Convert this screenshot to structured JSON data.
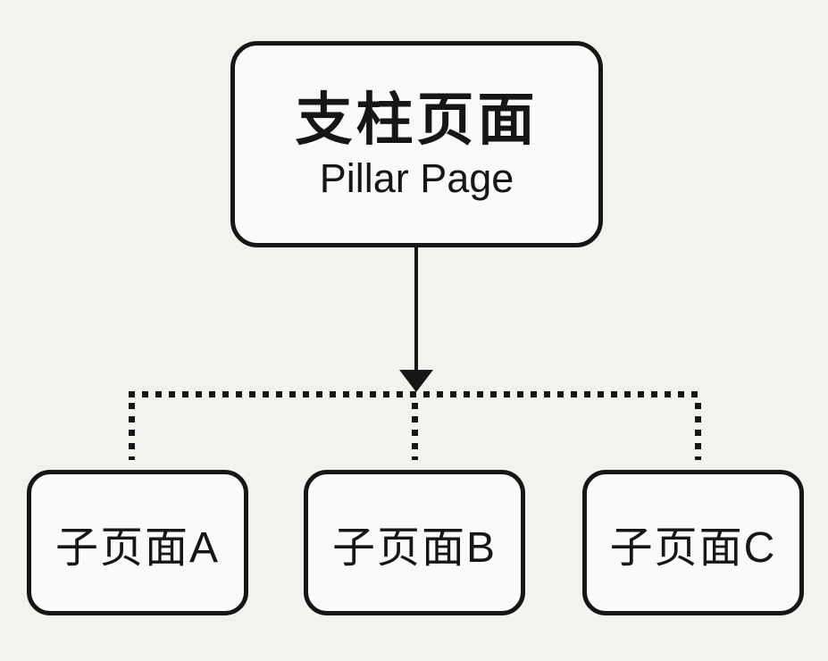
{
  "diagram": {
    "root": {
      "title": "支柱页面",
      "subtitle": "Pillar Page"
    },
    "children": [
      {
        "label": "子页面A"
      },
      {
        "label": "子页面B"
      },
      {
        "label": "子页面C"
      }
    ],
    "connectors": {
      "root_to_group": "solid-arrow-down",
      "group_to_children": "dotted-lines"
    },
    "colors": {
      "background": "#f3f2ef",
      "node_fill": "#fbfaf8",
      "stroke": "#161616"
    }
  }
}
